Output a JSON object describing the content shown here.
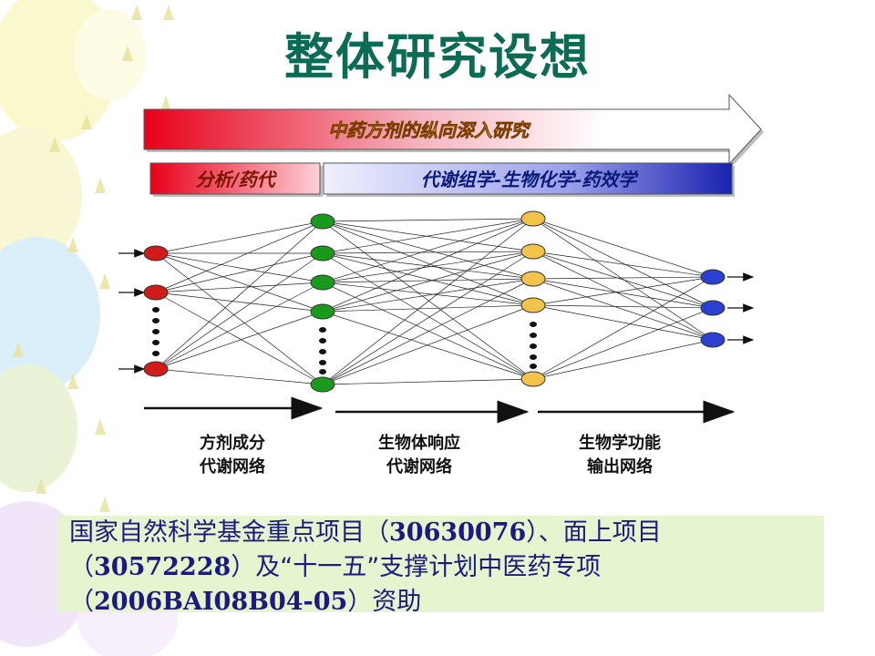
{
  "title": "整体研究设想",
  "diagram": {
    "top_arrow_label": "中药方剂的纵向深入研究",
    "band_left_label": "分析/药代",
    "band_right_label": "代谢组学-生物化学-药效学",
    "layer_colors": [
      "#d11a1a",
      "#1a9a1a",
      "#f2c24a",
      "#2b3fd0"
    ],
    "stages": [
      {
        "line1": "方剂成分",
        "line2": "代谢网络"
      },
      {
        "line1": "生物体响应",
        "line2": "代谢网络"
      },
      {
        "line1": "生物学功能",
        "line2": "输出网络"
      }
    ]
  },
  "funding": {
    "line1_pre": "国家自然科学基金重点项目（",
    "line1_num": "30630076",
    "line1_post": "）、面上项目",
    "line2_pre": "（",
    "line2_num": "30572228",
    "line2_post": "）及“十一五”支撑计划中医药专项",
    "line3_pre": "（",
    "line3_num": "2006BAI08B04-05",
    "line3_post": "）资助"
  }
}
